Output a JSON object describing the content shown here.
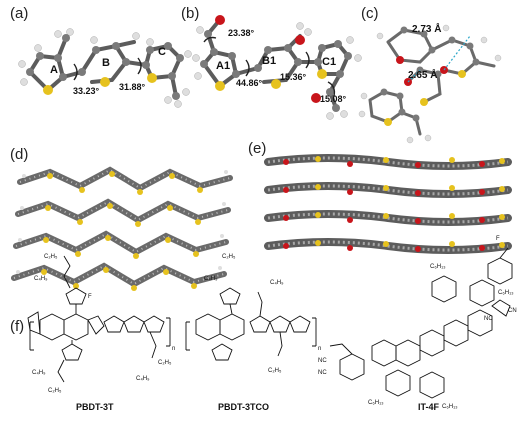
{
  "panels": {
    "a": {
      "label": "(a)",
      "rings": [
        "A",
        "B",
        "C"
      ],
      "angles": [
        "33.23°",
        "31.88°"
      ]
    },
    "b": {
      "label": "(b)",
      "rings": [
        "A1",
        "B1",
        "C1"
      ],
      "angles": [
        "23.38°",
        "44.86°",
        "15.36°",
        "15.08°"
      ]
    },
    "c": {
      "label": "(c)",
      "distances": [
        "2.73 Å",
        "2.65 Å"
      ]
    },
    "d": {
      "label": "(d)"
    },
    "e": {
      "label": "(e)"
    },
    "f": {
      "label": "(f)",
      "polymers": [
        "PBDT-3T",
        "PBDT-3TCO",
        "IT-4F"
      ]
    }
  },
  "colors": {
    "carbon": "#7a7a7a",
    "hydrogen": "#dedede",
    "sulfur": "#e6c21e",
    "oxygen": "#c8151b",
    "bond": "#5c5c5c"
  }
}
